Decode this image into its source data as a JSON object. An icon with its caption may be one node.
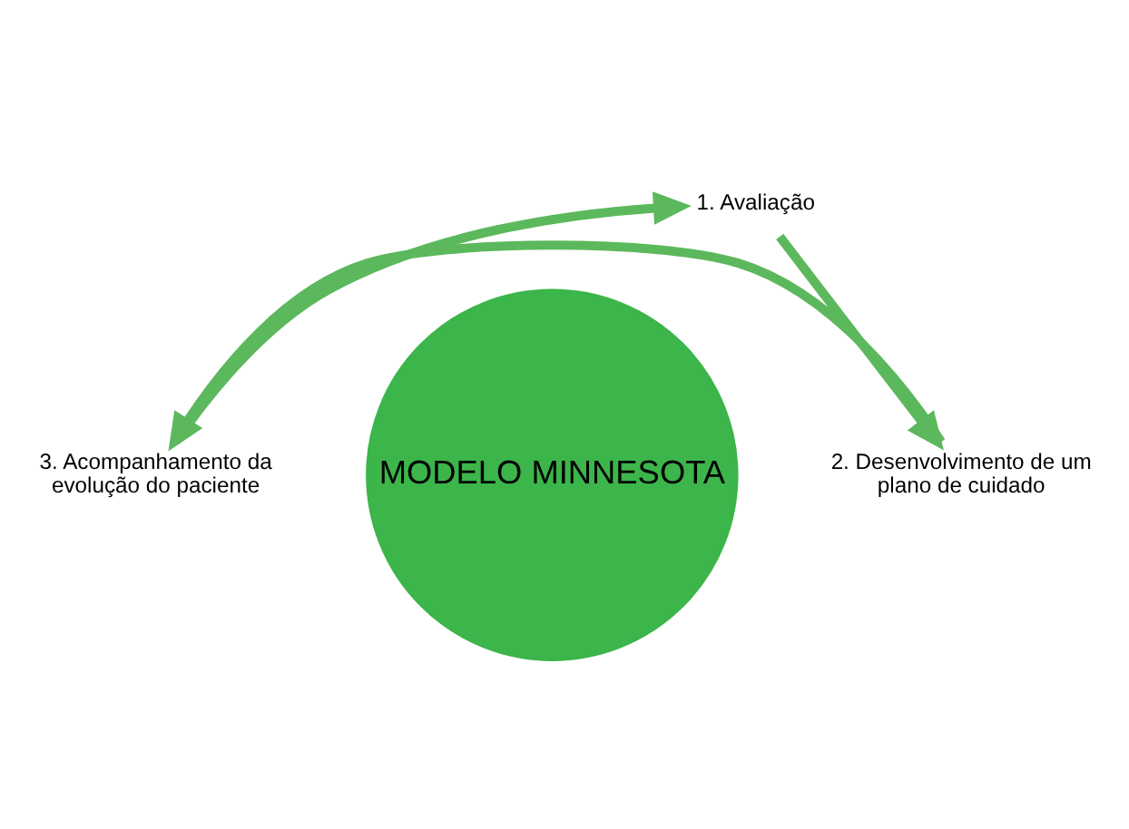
{
  "diagram": {
    "nodes": [
      {
        "text": [
          "MODELO MINNESOTA"
        ]
      },
      {
        "text": [
          "1. Avaliação"
        ]
      },
      {
        "text": [
          "2. Desenvolvimento de um plano de cuidado"
        ]
      },
      {
        "text": [
          "3. Acompanhamento da evolução do paciente"
        ]
      }
    ],
    "edges": [
      {
        "from": 1,
        "to": 2,
        "arrow": "to"
      },
      {
        "from": 2,
        "to": 3,
        "arrow": "to"
      },
      {
        "from": 3,
        "to": 1,
        "arrow": "to"
      }
    ]
  }
}
